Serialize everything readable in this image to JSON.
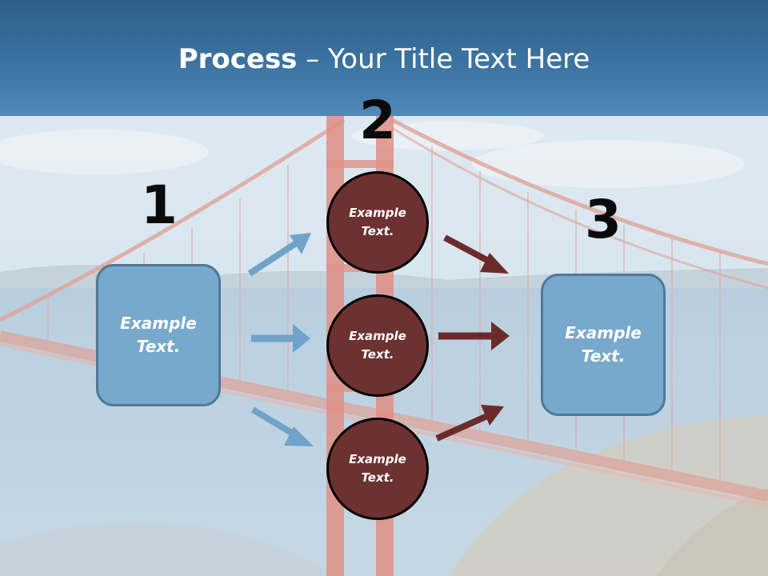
{
  "header": {
    "title_bold": "Process",
    "title_rest": " – Your Title Text Here"
  },
  "steps": {
    "one": "1",
    "two": "2",
    "three": "3"
  },
  "left_box": {
    "text": "Example Text."
  },
  "right_box": {
    "text": "Example Text."
  },
  "circles": [
    {
      "text": "Example Text."
    },
    {
      "text": "Example Text."
    },
    {
      "text": "Example Text."
    }
  ],
  "colors": {
    "header": "#3d75a3",
    "box_fill": "#78a9cd",
    "circle_fill": "#6d3131",
    "blue_arrow": "#6fa3c9",
    "red_arrow": "#6b2b2b"
  }
}
